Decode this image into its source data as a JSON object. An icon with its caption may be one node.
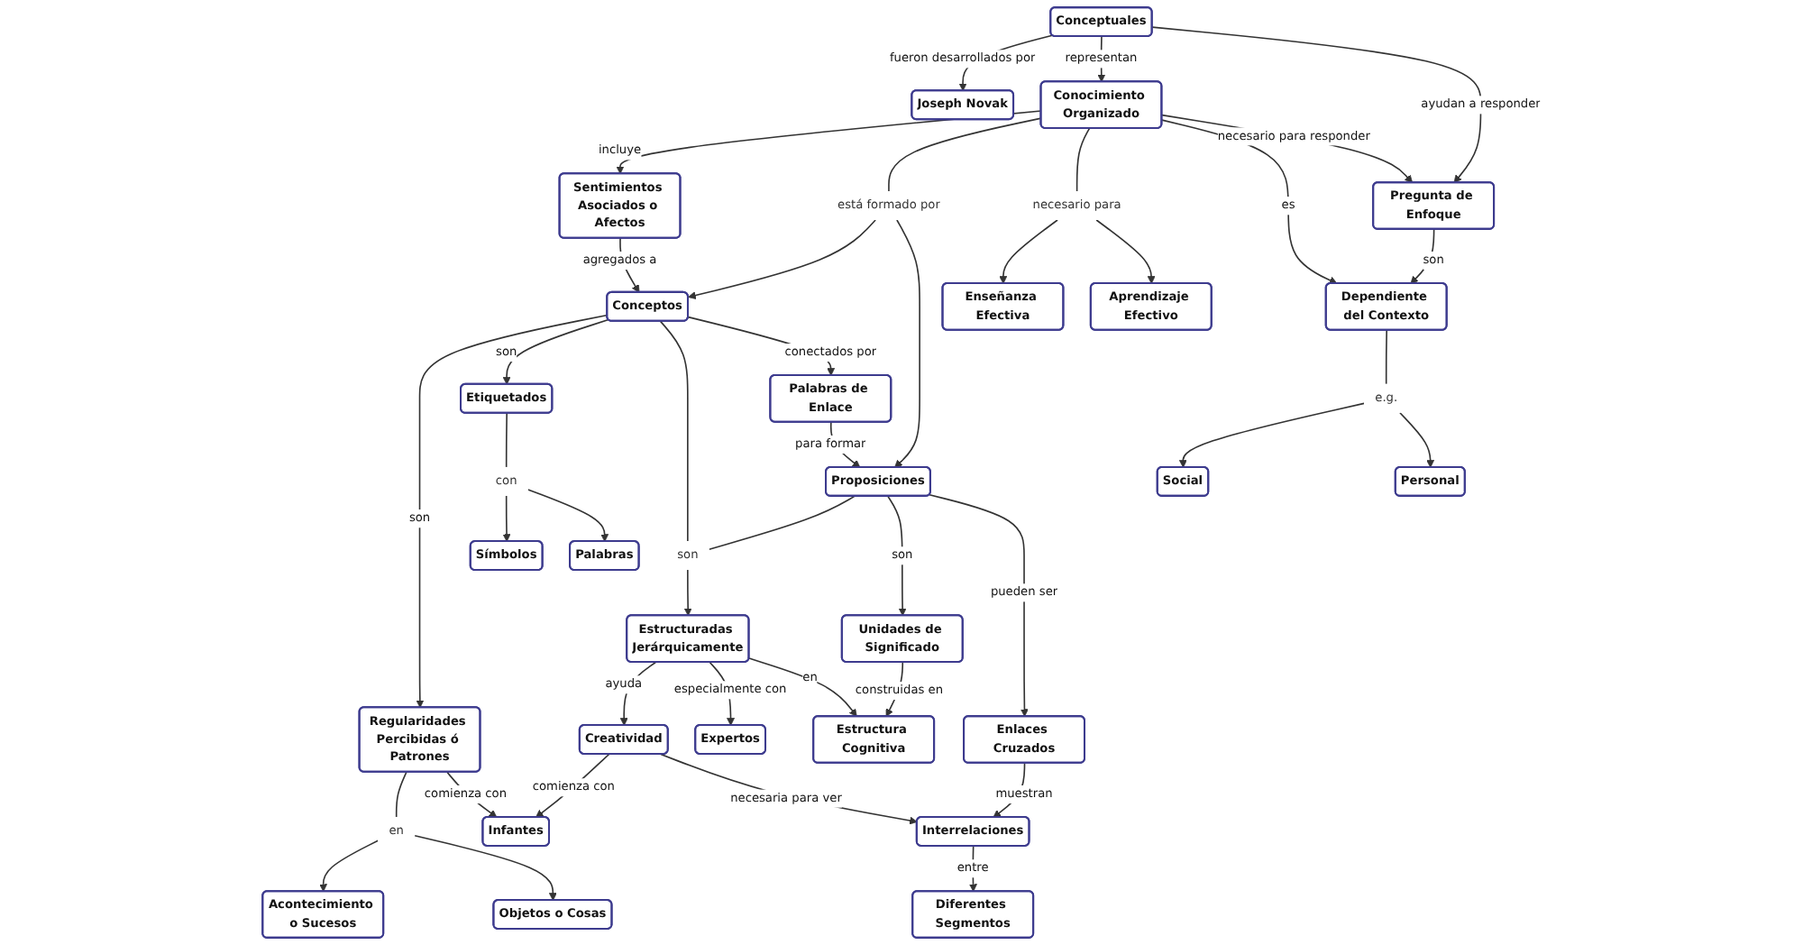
{
  "diagram": {
    "nodes": [
      {
        "text": [
          "Conceptuales"
        ]
      },
      {
        "text": [
          "Joseph Novak"
        ]
      },
      {
        "text": [
          "Pregunta de Enfoque"
        ]
      },
      {
        "text": [
          "Sentimientos Asociados o Afectos"
        ]
      },
      {
        "text": [
          "Conocimiento Organizado"
        ]
      },
      {
        "text": [
          "está formado por"
        ]
      },
      {
        "text": [
          "Dependiente del Contexto"
        ]
      },
      {
        "text": [
          "necesario para"
        ]
      },
      {
        "text": [
          "Enseñanza Efectiva"
        ]
      },
      {
        "text": [
          "Conceptos"
        ]
      },
      {
        "text": [
          "Palabras de Enlace"
        ]
      },
      {
        "text": [
          "Proposiciones"
        ]
      },
      {
        "text": [
          "e.g."
        ]
      },
      {
        "text": [
          "Personal"
        ]
      },
      {
        "text": [
          "son"
        ]
      },
      {
        "text": [
          "Aprendizaje Efectivo"
        ]
      },
      {
        "text": [
          "Regularidades Percibidas ó Patrones"
        ]
      },
      {
        "text": [
          "Social"
        ]
      },
      {
        "text": [
          "Etiquetados"
        ]
      },
      {
        "text": [
          "Estructuradas Jerárquicamente"
        ]
      },
      {
        "text": [
          "Unidades de Significado"
        ]
      },
      {
        "text": [
          "Enlaces Cruzados"
        ]
      },
      {
        "text": [
          "en"
        ]
      },
      {
        "text": [
          "con"
        ]
      },
      {
        "text": [
          "Acontecimiento o Sucesos"
        ]
      },
      {
        "text": [
          "Objetos o Cosas"
        ]
      },
      {
        "text": [
          "Símbolos"
        ]
      },
      {
        "text": [
          "Palabras"
        ]
      },
      {
        "text": [
          "Creatividad"
        ]
      },
      {
        "text": [
          "Expertos"
        ]
      },
      {
        "text": [
          "Estructura Cognitiva"
        ]
      },
      {
        "text": [
          "Interrelaciones"
        ]
      },
      {
        "text": [
          "Infantes"
        ]
      },
      {
        "text": [
          "Diferentes Segmentos"
        ]
      }
    ],
    "edges": [
      {
        "from": 0,
        "to": 1,
        "arrow": "to",
        "label": "fueron desarrollados por"
      },
      {
        "from": 0,
        "to": 4,
        "arrow": "to",
        "label": "representan"
      },
      {
        "from": 0,
        "to": 2,
        "arrow": "to",
        "label": "ayudan a responder"
      },
      {
        "from": 4,
        "to": 3,
        "arrow": "to",
        "label": "incluye"
      },
      {
        "from": 4,
        "to": 5,
        "arrow": "none"
      },
      {
        "from": 4,
        "to": 7,
        "arrow": "none"
      },
      {
        "from": 4,
        "to": 6,
        "arrow": "to",
        "label": "es"
      },
      {
        "from": 4,
        "to": 2,
        "arrow": "to",
        "label": "necesario para responder"
      },
      {
        "from": 2,
        "to": 6,
        "arrow": "to",
        "label": "son"
      },
      {
        "from": 3,
        "to": 9,
        "arrow": "to",
        "label": "agregados a"
      },
      {
        "from": 5,
        "to": 9,
        "arrow": "to"
      },
      {
        "from": 5,
        "to": 11,
        "arrow": "to"
      },
      {
        "from": 7,
        "to": 8,
        "arrow": "to"
      },
      {
        "from": 7,
        "to": 15,
        "arrow": "to"
      },
      {
        "from": 6,
        "to": 12,
        "arrow": "none"
      },
      {
        "from": 12,
        "to": 17,
        "arrow": "to"
      },
      {
        "from": 12,
        "to": 13,
        "arrow": "to"
      },
      {
        "from": 9,
        "to": 16,
        "arrow": "to",
        "label": "son"
      },
      {
        "from": 9,
        "to": 18,
        "arrow": "to",
        "label": "son"
      },
      {
        "from": 9,
        "to": 14,
        "arrow": "none"
      },
      {
        "from": 9,
        "to": 10,
        "arrow": "to",
        "label": "conectados por"
      },
      {
        "from": 10,
        "to": 11,
        "arrow": "to",
        "label": "para formar"
      },
      {
        "from": 11,
        "to": 14,
        "arrow": "none"
      },
      {
        "from": 11,
        "to": 20,
        "arrow": "to",
        "label": "son"
      },
      {
        "from": 11,
        "to": 21,
        "arrow": "to",
        "label": "pueden ser"
      },
      {
        "from": 14,
        "to": 19,
        "arrow": "to"
      },
      {
        "from": 16,
        "to": 22,
        "arrow": "none"
      },
      {
        "from": 22,
        "to": 24,
        "arrow": "to"
      },
      {
        "from": 22,
        "to": 25,
        "arrow": "to"
      },
      {
        "from": 16,
        "to": 32,
        "arrow": "to",
        "label": "comienza con"
      },
      {
        "from": 18,
        "to": 23,
        "arrow": "none"
      },
      {
        "from": 23,
        "to": 26,
        "arrow": "to"
      },
      {
        "from": 23,
        "to": 27,
        "arrow": "to"
      },
      {
        "from": 19,
        "to": 28,
        "arrow": "to",
        "label": "ayuda"
      },
      {
        "from": 19,
        "to": 29,
        "arrow": "to",
        "label": "especialmente con"
      },
      {
        "from": 19,
        "to": 30,
        "arrow": "to",
        "label": "en"
      },
      {
        "from": 20,
        "to": 30,
        "arrow": "to",
        "label": "construidas en"
      },
      {
        "from": 21,
        "to": 31,
        "arrow": "to",
        "label": "muestran"
      },
      {
        "from": 28,
        "to": 32,
        "arrow": "to",
        "label": "comienza con"
      },
      {
        "from": 28,
        "to": 31,
        "arrow": "to",
        "label": "necesaria para ver"
      },
      {
        "from": 31,
        "to": 33,
        "arrow": "to",
        "label": "entre"
      }
    ]
  }
}
